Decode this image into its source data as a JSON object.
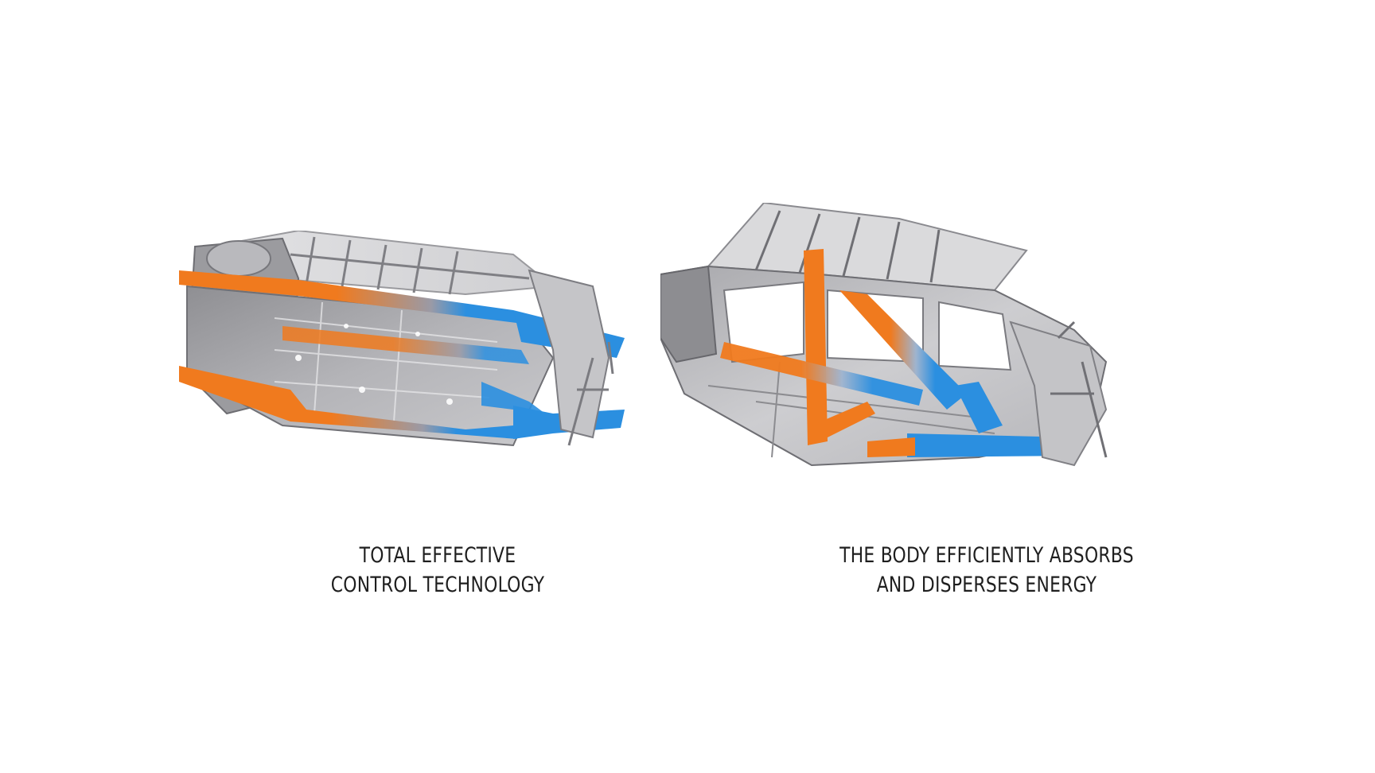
{
  "left_panel": {
    "caption_line1": "TOTAL EFFECTIVE",
    "caption_line2": "CONTROL TECHNOLOGY"
  },
  "right_panel": {
    "caption_line1": "THE BODY EFFICIENTLY ABSORBS",
    "caption_line2": "AND DISPERSES ENERGY"
  },
  "colors": {
    "background": "#ffffff",
    "frame_gray": "#8a8a8c",
    "frame_light": "#d8d8da",
    "energy_orange": "#f07a1e",
    "energy_blue": "#2b8fe0",
    "caption_text": "#1e1e1e"
  }
}
